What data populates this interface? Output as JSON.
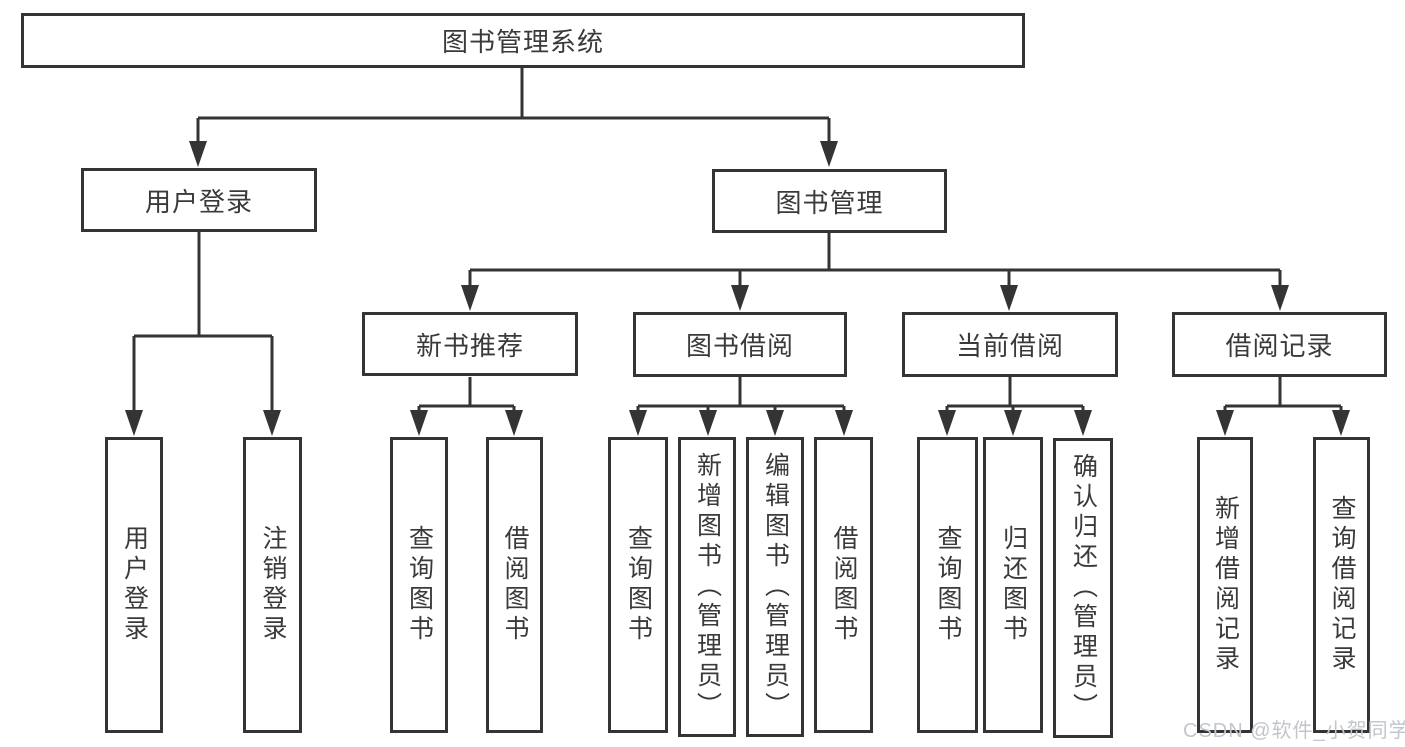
{
  "colors": {
    "line": "#343434",
    "text": "#3a3a3a",
    "box_background": "#ffffff",
    "watermark": "#c2c6cc"
  },
  "watermark": "CSDN @软件_小贺同学",
  "tree": {
    "root": {
      "label": "图书管理系统"
    },
    "children": [
      {
        "label": "用户登录",
        "children": [
          {
            "label": "用户登录"
          },
          {
            "label": "注销登录"
          }
        ]
      },
      {
        "label": "图书管理",
        "children": [
          {
            "label": "新书推荐",
            "children": [
              {
                "label": "查询图书"
              },
              {
                "label": "借阅图书"
              }
            ]
          },
          {
            "label": "图书借阅",
            "children": [
              {
                "label": "查询图书"
              },
              {
                "label": "新增图书（管理员）"
              },
              {
                "label": "编辑图书（管理员）"
              },
              {
                "label": "借阅图书"
              }
            ]
          },
          {
            "label": "当前借阅",
            "children": [
              {
                "label": "查询图书"
              },
              {
                "label": "归还图书"
              },
              {
                "label": "确认归还（管理员）"
              }
            ]
          },
          {
            "label": "借阅记录",
            "children": [
              {
                "label": "新增借阅记录"
              },
              {
                "label": "查询借阅记录"
              }
            ]
          }
        ]
      }
    ]
  }
}
